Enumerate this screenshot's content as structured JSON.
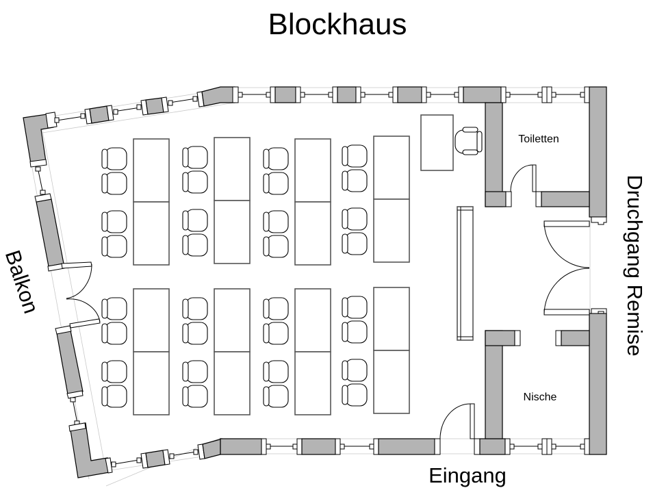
{
  "title": "Blockhaus",
  "labels": {
    "left": "Balkon",
    "right": "Druchgang Remise",
    "bottom": "Eingang",
    "room_top_right": "Toiletten",
    "room_bottom_right": "Nische"
  },
  "furniture": {
    "table_columns": 4,
    "table_rows": 2,
    "tables_per_block": 2,
    "chairs_per_table": 2,
    "teacher_desk": 1,
    "teacher_chair": 1,
    "side_board": 1
  },
  "colors": {
    "wall_fill": "#b4b4b4",
    "line": "#000000",
    "background": "#ffffff"
  }
}
